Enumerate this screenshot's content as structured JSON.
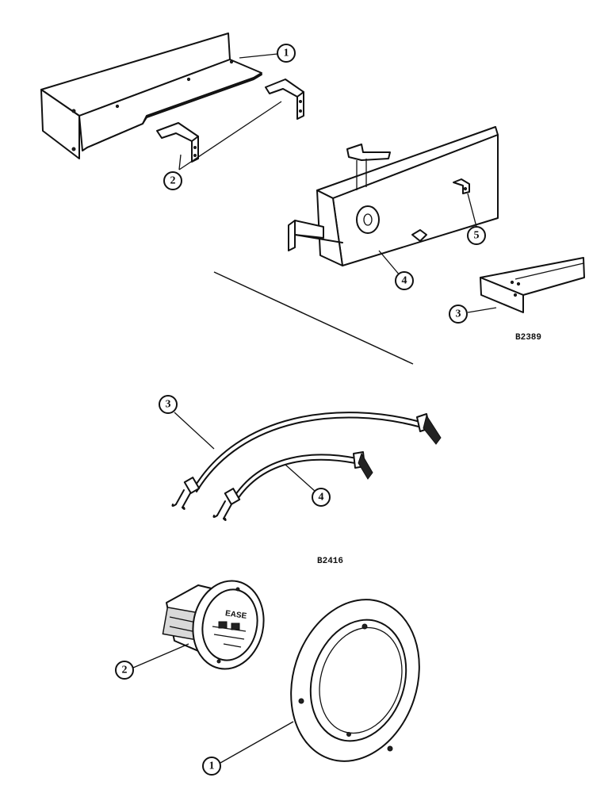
{
  "figure_top": {
    "code": "B2389",
    "callouts": {
      "c1": "1",
      "c2": "2",
      "c3": "3",
      "c4": "4",
      "c5": "5"
    }
  },
  "figure_mid": {
    "code": "B2416",
    "callouts": {
      "c3": "3",
      "c4": "4"
    }
  },
  "figure_bottom": {
    "gauge_face_text": "EASE",
    "callouts": {
      "c1": "1",
      "c2": "2"
    }
  }
}
